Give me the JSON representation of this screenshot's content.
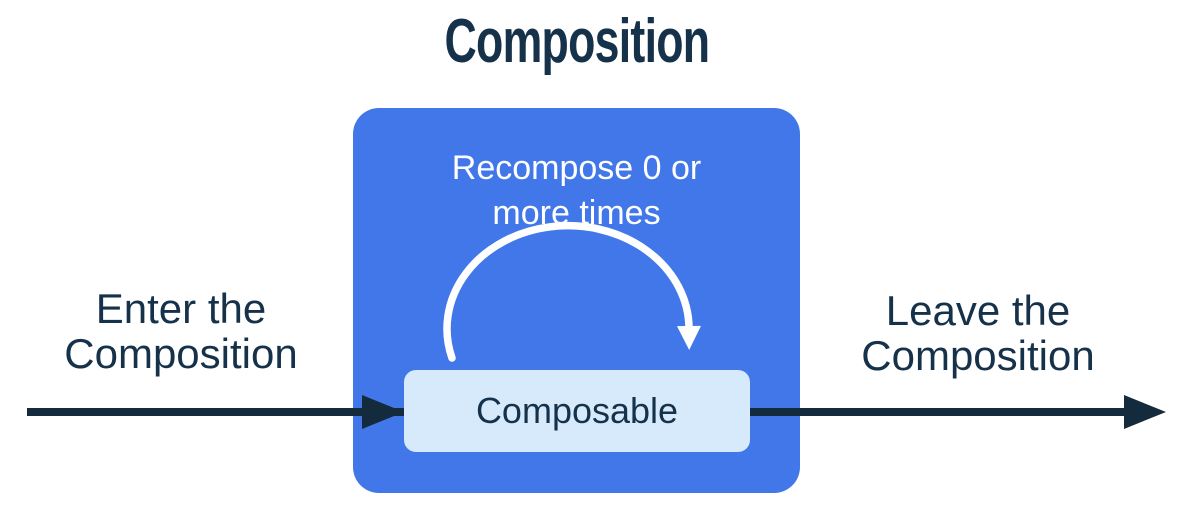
{
  "title": "Composition",
  "composition_box": {
    "recompose_label": {
      "line1": "Recompose 0 or",
      "line2": "more times"
    },
    "composable_label": "Composable"
  },
  "flow": {
    "enter_label": {
      "line1": "Enter the",
      "line2": "Composition"
    },
    "leave_label": {
      "line1": "Leave the",
      "line2": "Composition"
    }
  },
  "icons": {
    "enter_arrowhead": "right-arrowhead",
    "leave_arrowhead": "right-arrowhead",
    "recompose_arc": "curved-loop-arrow"
  },
  "colors": {
    "composition_box_blue": "#4177E9",
    "composable_box_light": "#D7EAFB",
    "text_dark": "#16324A",
    "arrow_dark": "#132B3C",
    "recompose_text_white": "#FFFFFF",
    "background": "#FFFFFF"
  }
}
